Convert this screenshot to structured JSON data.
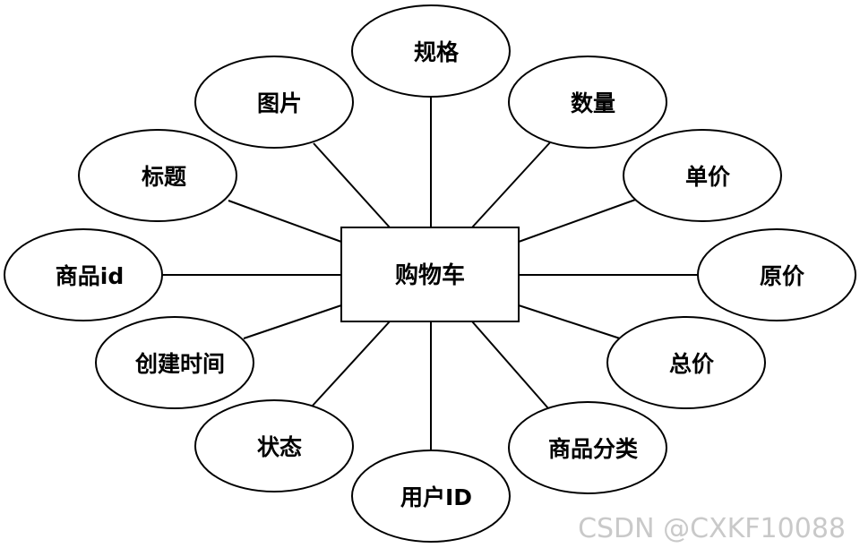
{
  "diagram": {
    "entity": "购物车",
    "attributes": [
      "规格",
      "数量",
      "单价",
      "原价",
      "总价",
      "商品分类",
      "用户ID",
      "状态",
      "创建时间",
      "商品id",
      "标题",
      "图片"
    ]
  },
  "watermark": "CSDN @CXKF10088",
  "colors": {
    "stroke": "#000000",
    "fill": "#ffffff",
    "watermark": "#c9c9c9"
  }
}
